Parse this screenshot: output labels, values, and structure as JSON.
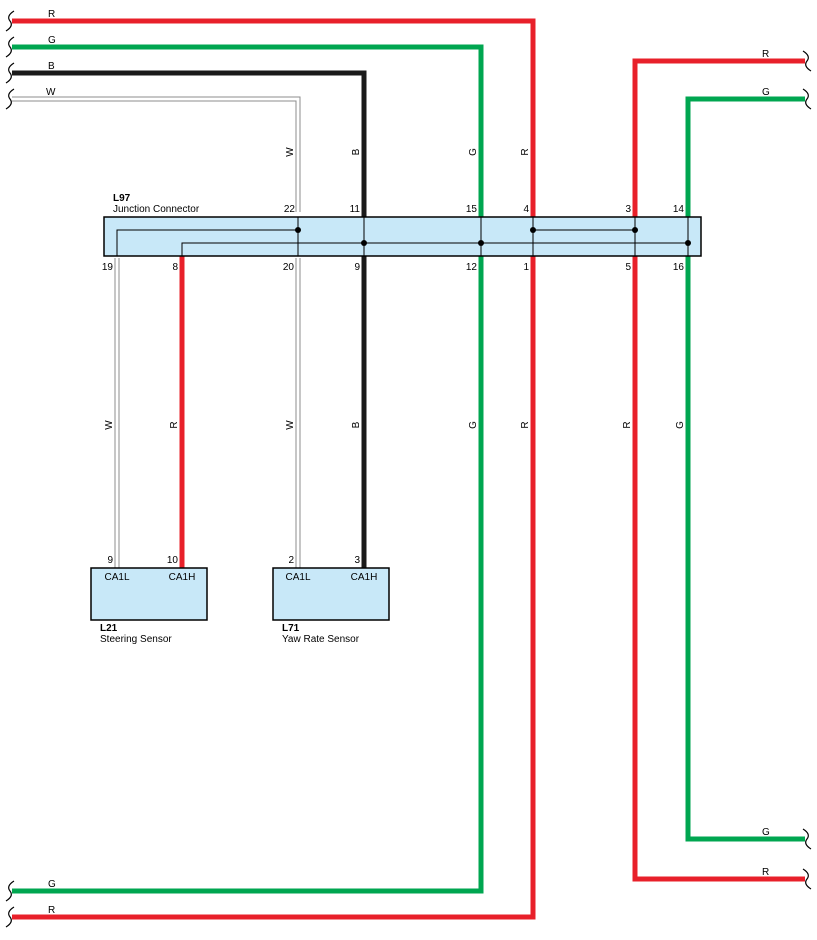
{
  "colors": {
    "red": "#e8202a",
    "green": "#00a650",
    "black": "#1a1a1a",
    "white_wire_outline": "#8c8c8c",
    "connector_fill": "#c8e8f8",
    "connector_stroke": "#000000"
  },
  "wire_colors": {
    "red": "R",
    "green": "G",
    "black": "B",
    "white": "W"
  },
  "junction": {
    "id": "L97",
    "name": "Junction Connector",
    "top_pins": {
      "p22": "22",
      "p11": "11",
      "p15": "15",
      "p4": "4",
      "p3": "3",
      "p14": "14"
    },
    "bottom_pins": {
      "p19": "19",
      "p8": "8",
      "p20": "20",
      "p9": "9",
      "p12": "12",
      "p1": "1",
      "p5": "5",
      "p16": "16"
    }
  },
  "steering_sensor": {
    "id": "L21",
    "name": "Steering Sensor",
    "pin_low": "9",
    "pin_high": "10",
    "term_low": "CA1L",
    "term_high": "CA1H"
  },
  "yaw_sensor": {
    "id": "L71",
    "name": "Yaw Rate Sensor",
    "pin_low": "2",
    "pin_high": "3",
    "term_low": "CA1L",
    "term_high": "CA1H"
  }
}
